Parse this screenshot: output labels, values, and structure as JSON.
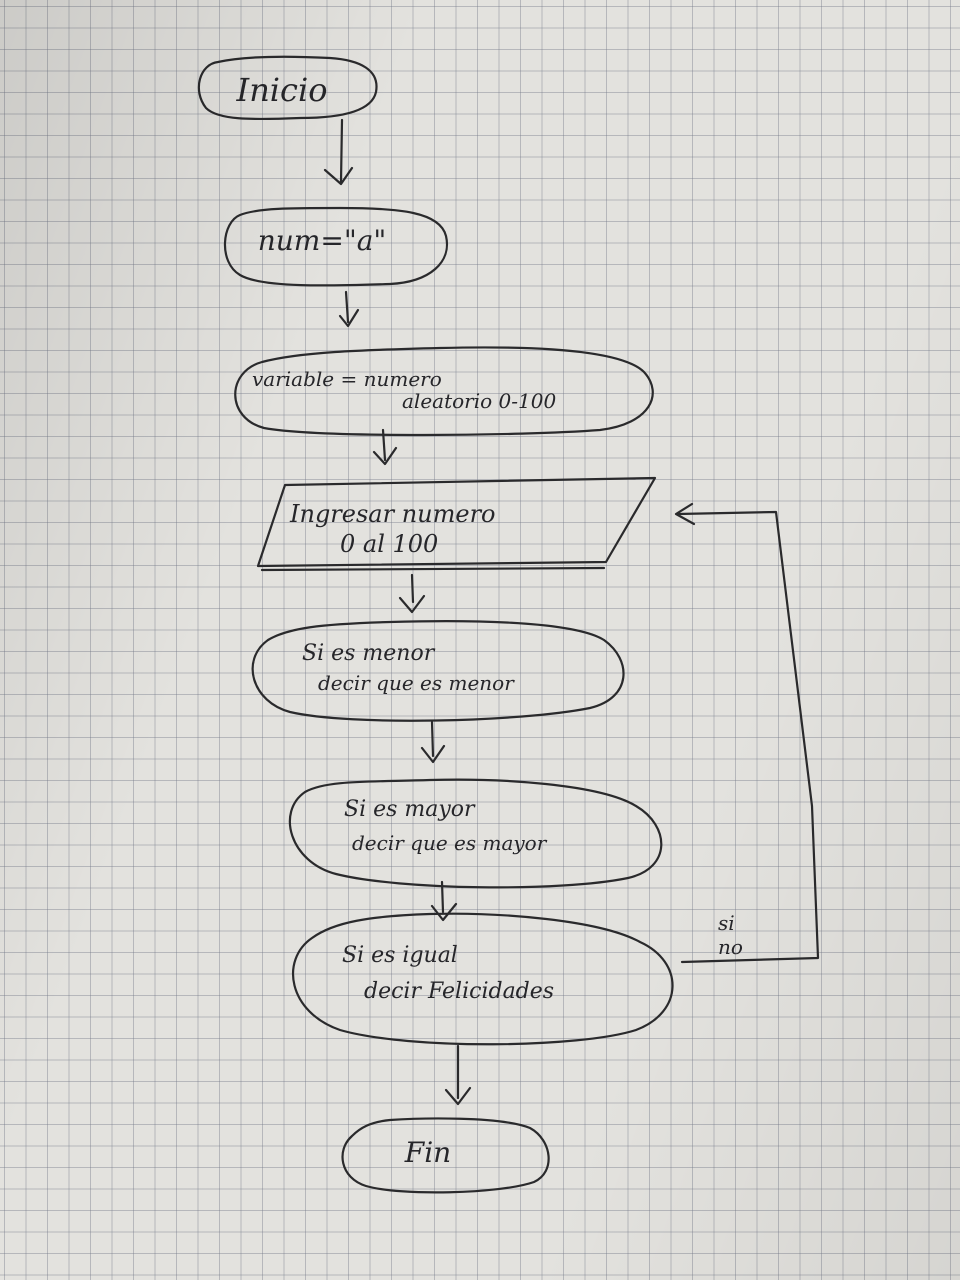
{
  "flowchart": {
    "start": "Inicio",
    "init": "num=\"a\"",
    "assign_line1": "variable = numero",
    "assign_line2": "aleatorio 0-100",
    "input_line1": "Ingresar numero",
    "input_line2": "0 al 100",
    "less_line1": "Si es menor",
    "less_line2": "decir que es menor",
    "greater_line1": "Si es mayor",
    "greater_line2": "decir que es mayor",
    "equal_line1": "Si es igual",
    "equal_line2": "decir Felicidades",
    "loop_label_yes": "si",
    "loop_label_no": "no",
    "end": "Fin"
  },
  "colors": {
    "paper": "#e3e2de",
    "grid": "#767c8a",
    "ink": "#2a2a2c"
  }
}
